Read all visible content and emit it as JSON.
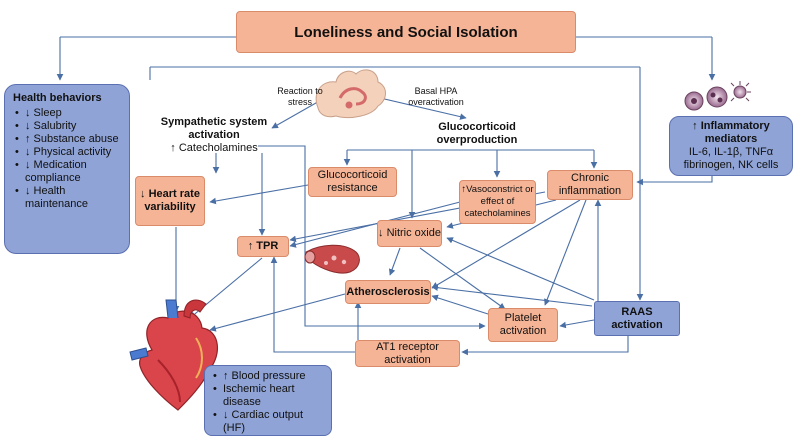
{
  "title": "Loneliness and Social Isolation",
  "health_behaviors": {
    "title": "Health behaviors",
    "items": [
      "↓ Sleep",
      "↓ Salubrity",
      "↑ Substance abuse",
      "↓ Physical activity",
      "↓ Medication compliance",
      "↓ Health maintenance"
    ]
  },
  "reaction_label": "Reaction to stress",
  "hpa_label": "Basal HPA overactivation",
  "sympathetic": {
    "title": "Sympathetic system activation",
    "sub": "↑ Catecholamines"
  },
  "glucocorticoid_overproduction": "Glucocorticoid overproduction",
  "inflammatory": {
    "title": "↑ Inflammatory mediators",
    "line1": "IL-6, IL-1β, TNFα",
    "line2": "fibrinogen, NK cells"
  },
  "heart_rate_variability": "↓ Heart rate variability",
  "glucocorticoid_resistance": "Glucocorticoid resistance",
  "vasoconstrict": "↑Vasoconstrict or effect of catecholamines",
  "chronic_inflammation": "Chronic inflammation",
  "tpr": "↑ TPR",
  "nitric_oxide": "↓ Nitric oxide",
  "atherosclerosis": "Atherosclerosis",
  "platelet_activation": "Platelet activation",
  "raas_activation": "RAAS activation",
  "at1_receptor": "AT1 receptor activation",
  "outcomes": [
    "↑ Blood pressure",
    "Ischemic heart disease",
    "↓ Cardiac output (HF)"
  ],
  "colors": {
    "box_fill": "#f6b496",
    "blue_fill": "#8fa3d6",
    "arrow": "#4a6fa5"
  }
}
